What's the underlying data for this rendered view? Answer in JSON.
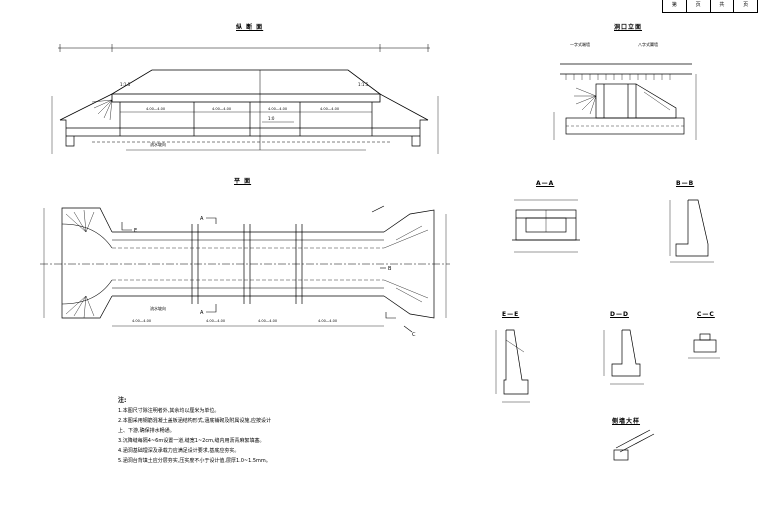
{
  "title_block": [
    "第",
    "页",
    "共",
    "页"
  ],
  "views": {
    "elevation": "纵 断 面",
    "side": "洞口立面",
    "plan": "平 面",
    "aa": "A—A",
    "bb": "B—B",
    "ee": "E—E",
    "dd": "D—D",
    "cc": "C—C",
    "detail": "侧墙大样"
  },
  "labels": {
    "drain_elev": "流水坡向",
    "drain_plan": "流水坡向",
    "slope": "1:0",
    "ratio_a": "1:1.5",
    "ratio_b": "1:1.5",
    "span1": "4.00—4.00",
    "span2": "4.00—4.00",
    "span3": "4.00—4.00",
    "span4": "4.00—4.00",
    "sec_a": "A",
    "sec_b": "B",
    "sec_c": "C",
    "sec_e": "E",
    "left_side": "一字式端墙",
    "right_side": "八字式翼墙"
  },
  "notes": {
    "header": "注:",
    "lines": [
      "1.本图尺寸除注明者外,其余均以厘米为单位。",
      "2.本图采用钢筋混凝土盖板涵结构形式,涵底铺砌及附属设施,应按设计",
      "   上、下游,确保排水畅通。",
      "3.沉降缝每隔4~6m设置一道,缝宽1~2cm,缝内用沥青麻絮填塞。",
      "4.涵洞基础埋深及承载力应满足设计要求,基底应夯实。",
      "5.涵洞台背填土应分层夯实,压实度不小于设计值,层厚1.0~1.5mm。"
    ]
  }
}
